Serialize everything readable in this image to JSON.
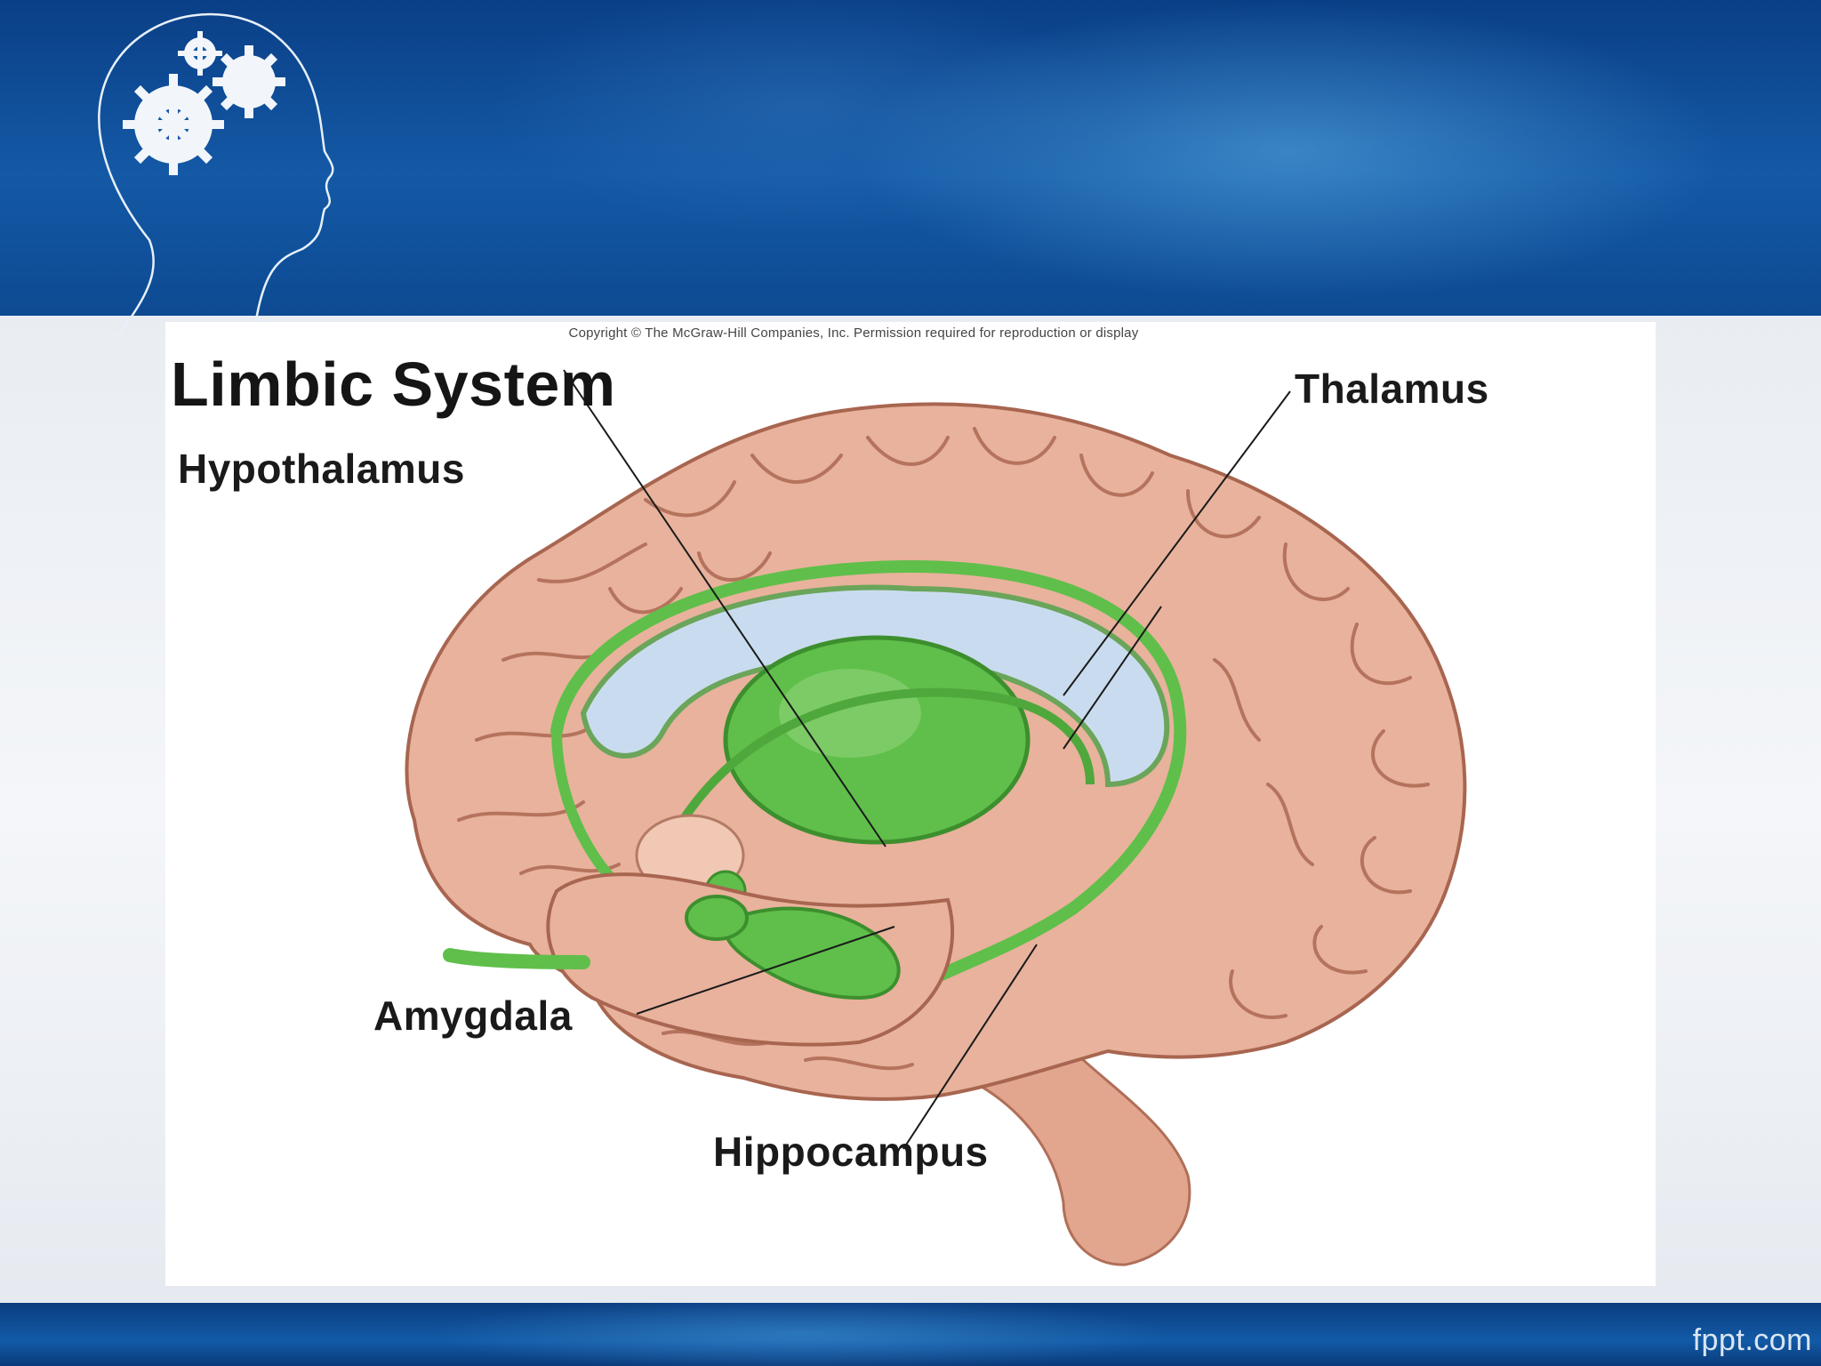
{
  "slide": {
    "footer_brand": "fppt.com"
  },
  "diagram": {
    "copyright": "Copyright © The McGraw-Hill Companies, Inc. Permission required for reproduction or display",
    "title": "Limbic System",
    "labels": {
      "thalamus": "Thalamus",
      "hypothalamus": "Hypothalamus",
      "amygdala": "Amygdala",
      "hippocampus": "Hippocampus"
    }
  },
  "colors": {
    "brain_fill": "#e8b29c",
    "limbic_green": "#5fbf4a",
    "ventricle_blue": "#c9dcef",
    "band_blue": "#1459a6"
  }
}
